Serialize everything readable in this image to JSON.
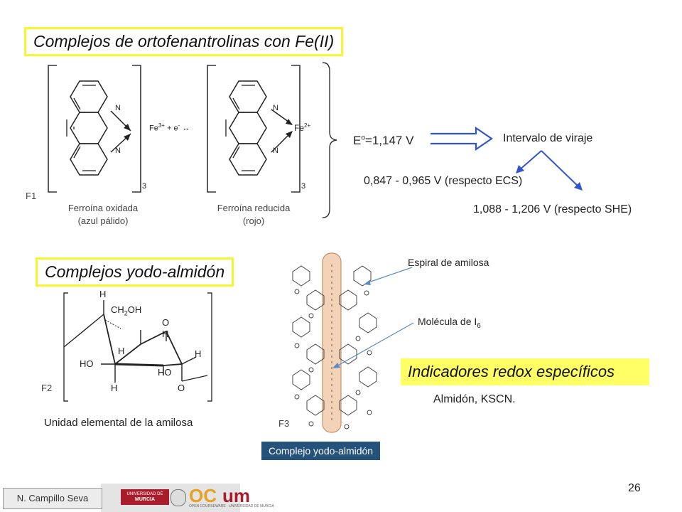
{
  "section1": {
    "title": "Complejos de ortofenantrolinas con Fe(II)",
    "reaction": {
      "fe": "Fe",
      "fe_charge": "3+",
      "plus_e": "+ e",
      "e_charge": "-",
      "arrow": "↔"
    },
    "left_molecule": {
      "n1": "N",
      "n2": "N",
      "bracket_sub": "3",
      "caption_line1": "Ferroína oxidada",
      "caption_line2": "(azul pálido)"
    },
    "right_molecule": {
      "n1": "N",
      "n2": "N",
      "fe": "Fe",
      "fe_charge": "2+",
      "bracket_sub": "3",
      "caption_line1": "Ferroína reducida",
      "caption_line2": "(rojo)"
    },
    "fig_label": "F1",
    "potential": {
      "e": "E",
      "sup": "o",
      "rest": "=1,147 V"
    },
    "interval_label": "Intervalo de viraje",
    "range_ecs": "0,847 - 0,965 V (respecto ECS)",
    "range_she": "1,088 - 1,206 V (respecto SHE)"
  },
  "section2": {
    "title": "Complejos yodo-almidón",
    "fig_label": "F2",
    "caption": "Unidad elemental de la amilosa",
    "atoms": {
      "h_top": "H",
      "ch2oh": "CH",
      "ch2oh_sub": "2",
      "ch2oh_oh": "OH",
      "o_ring": "O",
      "h_right": "H",
      "h_mid": "H",
      "h_far": "H",
      "ho_left": "HO",
      "ho_mid": "HO",
      "h_bottom": "H",
      "o_bottom": "O"
    }
  },
  "section3": {
    "fig_label": "F3",
    "label_spiral": "Espiral de amilosa",
    "label_molecule": "Molécula de I",
    "label_molecule_sub": "6",
    "caption": "Complejo yodo-almidón"
  },
  "section4": {
    "title": "Indicadores redox específicos",
    "body": "Almidón, KSCN."
  },
  "footer": {
    "author": "N. Campillo Seva",
    "page_number": "26",
    "logo_um_line1": "UNIVERSIDAD DE",
    "logo_um_line2": "MURCIA",
    "logo_ocw_left": "OC",
    "logo_ocw_right": "um",
    "logo_ocw_sub": "OPEN COURSEWARE · UNIVERSIDAD DE MURCIA"
  },
  "colors": {
    "title_border": "#f5f530",
    "title_fill": "#ffff66",
    "arrow_blue": "#3355cc",
    "caption_blue": "#24527a",
    "logo_red": "#a81c2c",
    "logo_orange": "#e8a020"
  }
}
